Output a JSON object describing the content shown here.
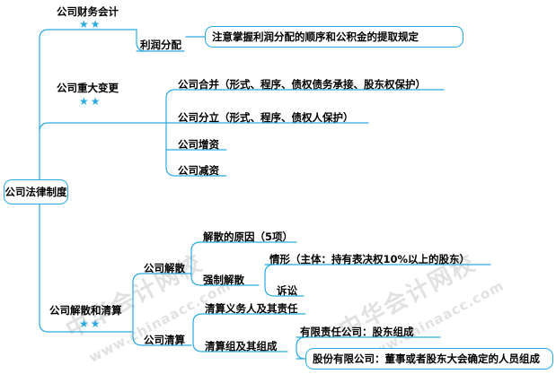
{
  "diagram": {
    "type": "mind-map",
    "title": "公司法律制度",
    "root": {
      "label": "公司法律制度"
    },
    "branches": [
      {
        "label": "公司财务会计",
        "stars": "★★",
        "star_count": 2,
        "children": [
          {
            "label": "利润分配",
            "children": [
              {
                "label": "注意掌握利润分配的顺序和公积金的提取规定",
                "boxed": true
              }
            ]
          }
        ]
      },
      {
        "label": "公司重大变更",
        "stars": "★★",
        "star_count": 2,
        "children": [
          {
            "label": "公司合并（形式、程序、债权债务承接、股东权保护）"
          },
          {
            "label": "公司分立（形式、程序、债权人保护）"
          },
          {
            "label": "公司增资"
          },
          {
            "label": "公司减资"
          }
        ]
      },
      {
        "label": "公司解散和清算",
        "stars": "★★",
        "star_count": 2,
        "children": [
          {
            "label": "公司解散",
            "children": [
              {
                "label": "解散的原因（5项）"
              },
              {
                "label": "强制解散",
                "children": [
                  {
                    "label": "情形（主体：持有表决权10%以上的股东）"
                  },
                  {
                    "label": "诉讼"
                  }
                ]
              }
            ]
          },
          {
            "label": "公司清算",
            "children": [
              {
                "label": "清算义务人及其责任"
              },
              {
                "label": "清算组及其组成",
                "children": [
                  {
                    "label": "有限责任公司：股东组成"
                  },
                  {
                    "label": "股份有限公司：董事或者股东大会确定的人员组成",
                    "boxed": true
                  }
                ]
              }
            ]
          }
        ]
      }
    ]
  },
  "labels": {
    "root": "公司法律制度",
    "b1": "公司财务会计",
    "b1_stars": "★★",
    "b1_c1": "利润分配",
    "b1_c1_1": "注意掌握利润分配的顺序和公积金的提取规定",
    "b2": "公司重大变更",
    "b2_stars": "★★",
    "b2_c1": "公司合并（形式、程序、债权债务承接、股东权保护）",
    "b2_c2": "公司分立（形式、程序、债权人保护）",
    "b2_c3": "公司增资",
    "b2_c4": "公司减资",
    "b3": "公司解散和清算",
    "b3_stars": "★★",
    "b3_c1": "公司解散",
    "b3_c1_1": "解散的原因（5项）",
    "b3_c1_2": "强制解散",
    "b3_c1_2_1": "情形（主体：持有表决权10%以上的股东）",
    "b3_c1_2_2": "诉讼",
    "b3_c2": "公司清算",
    "b3_c2_1": "清算义务人及其责任",
    "b3_c2_2": "清算组及其组成",
    "b3_c2_2_1": "有限责任公司：股东组成",
    "b3_c2_2_2": "股份有限公司：董事或者股东大会确定的人员组成"
  },
  "watermark": {
    "cn": "中华会计网校",
    "en": "www.chinaacc.com"
  },
  "colors": {
    "line": "#29ABE2",
    "star": "#29ABE2",
    "text": "#000000",
    "background": "#ffffff",
    "watermark": "#c9c9c9"
  }
}
